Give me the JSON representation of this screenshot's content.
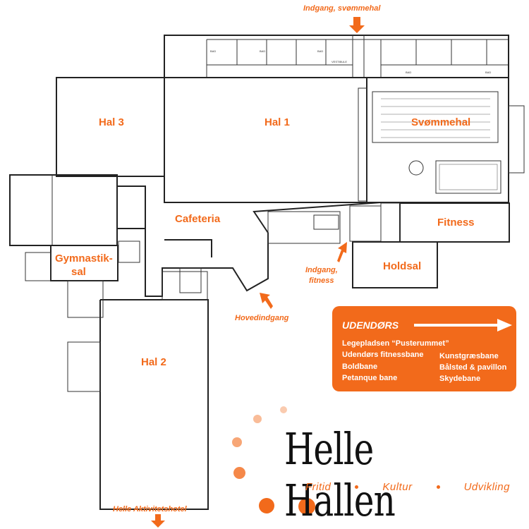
{
  "rooms": {
    "hal3": "Hal 3",
    "hal1": "Hal 1",
    "svommehal": "Svømmehal",
    "cafeteria": "Cafeteria",
    "fitness": "Fitness",
    "gymnastik_line1": "Gymnastik-",
    "gymnastik_line2": "sal",
    "holdsal": "Holdsal",
    "hal2": "Hal 2"
  },
  "entrances": {
    "svommehal": "Indgang, svømmehal",
    "fitness_line1": "Indgang,",
    "fitness_line2": "fitness",
    "main": "Hovedindgang",
    "hotel": "Helle Aktivitetshotel"
  },
  "small_labels": {
    "bad": "BAD",
    "vestibule": "VESTIBULE"
  },
  "outdoor": {
    "title": "UDENDØRS",
    "left_items": [
      "Legepladsen “Pusterummet”",
      "Udendørs fitnessbane",
      "Boldbane",
      "Petanque bane"
    ],
    "right_items": [
      "Kunstgræsbane",
      "Bålsted & pavillon",
      "Skydebane"
    ]
  },
  "logo": {
    "name": "Helle Hallen",
    "tagline": [
      "Fritid",
      "Kultur",
      "Udvikling"
    ]
  },
  "colors": {
    "accent": "#f26a1b",
    "walls": "#222222"
  }
}
